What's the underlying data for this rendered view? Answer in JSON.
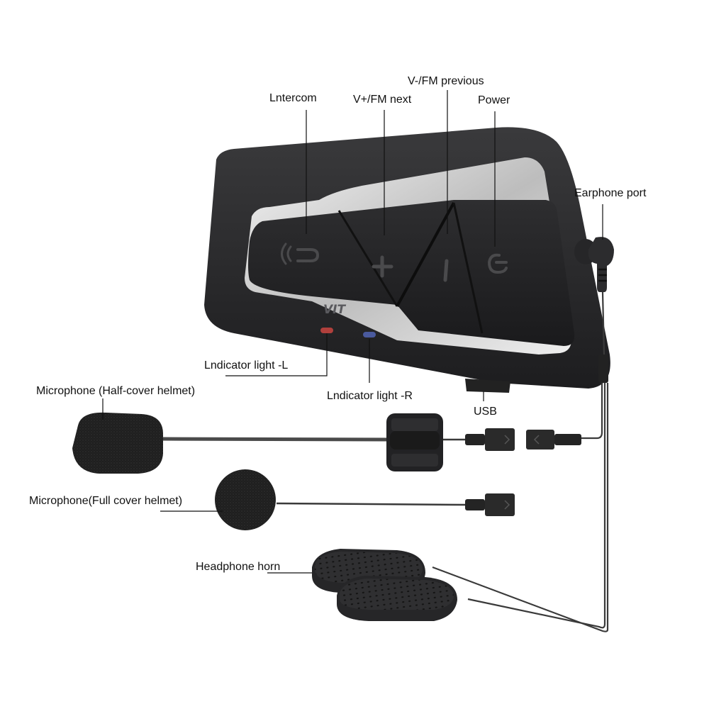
{
  "diagram": {
    "subject": "Motorcycle helmet Bluetooth intercom headset",
    "brand_mark": "VIT",
    "colors": {
      "body": "#2b2b2d",
      "body_dark": "#1c1c1e",
      "bezel_silver": "#d8d8d8",
      "button_pad": "#252527",
      "indicator_left": "#b0403c",
      "indicator_right": "#4a5a9e",
      "foam": "#1e1e1e",
      "cable": "#3a3a3a",
      "leader_line": "#111111",
      "background": "#ffffff"
    },
    "button_glyphs": [
      {
        "name": "intercom-icon",
        "glyph": "((·⊃"
      },
      {
        "name": "plus-icon",
        "glyph": "+"
      },
      {
        "name": "minus-icon",
        "glyph": "|"
      },
      {
        "name": "power-icon",
        "glyph": "⏻"
      }
    ]
  },
  "callouts": {
    "intercom": "Lntercom",
    "volume_up": "V+/FM next",
    "volume_down": "V-/FM previous",
    "power": "Power",
    "earphone_port": "Earphone port",
    "indicator_left": "Lndicator light -L",
    "indicator_right": "Lndicator light -R",
    "usb": "USB",
    "mic_half": "Microphone (Half-cover helmet)",
    "mic_full": "Microphone(Full cover helmet)",
    "headphone": "Headphone horn"
  },
  "brand": {
    "logo_text": "VIT"
  }
}
